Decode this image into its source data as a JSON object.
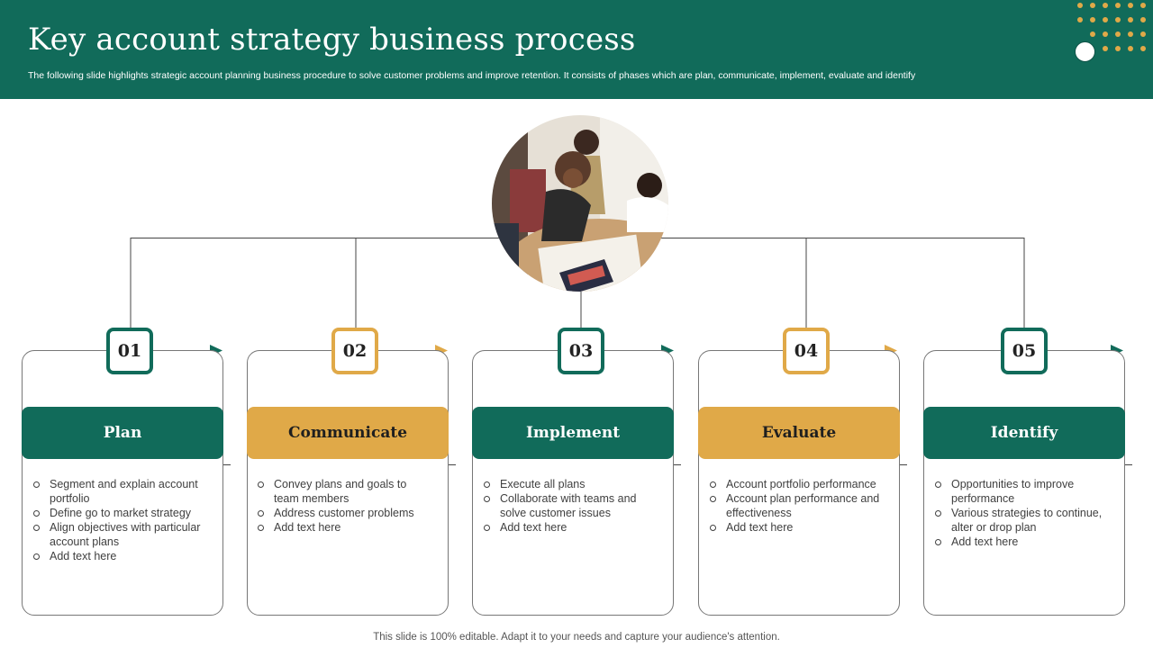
{
  "header": {
    "title": "Key account strategy business process",
    "subtitle": "The following slide highlights strategic account planning business procedure to solve customer problems and improve retention. It consists of phases which are plan, communicate, implement, evaluate and identify"
  },
  "colors": {
    "primary": "#116b5a",
    "accent": "#e0a948"
  },
  "steps": [
    {
      "number": "01",
      "title": "Plan",
      "color": "primary",
      "bullets": [
        "Segment and explain account portfolio",
        "Define go to market strategy",
        "Align objectives with particular account plans",
        "Add text here"
      ]
    },
    {
      "number": "02",
      "title": "Communicate",
      "color": "accent",
      "bullets": [
        "Convey plans and goals to team members",
        "Address customer problems",
        "Add text here"
      ]
    },
    {
      "number": "03",
      "title": "Implement",
      "color": "primary",
      "bullets": [
        "Execute all plans",
        "Collaborate with teams and solve customer issues",
        "Add text here"
      ]
    },
    {
      "number": "04",
      "title": "Evaluate",
      "color": "accent",
      "bullets": [
        "Account portfolio performance",
        "Account plan performance and effectiveness",
        "Add text here"
      ]
    },
    {
      "number": "05",
      "title": "Identify",
      "color": "primary",
      "bullets": [
        "Opportunities to improve performance",
        "Various strategies to continue, alter or drop plan",
        "Add text here"
      ]
    }
  ],
  "footer": {
    "text": "This slide is 100% editable. Adapt it to your needs and capture your audience's attention."
  }
}
